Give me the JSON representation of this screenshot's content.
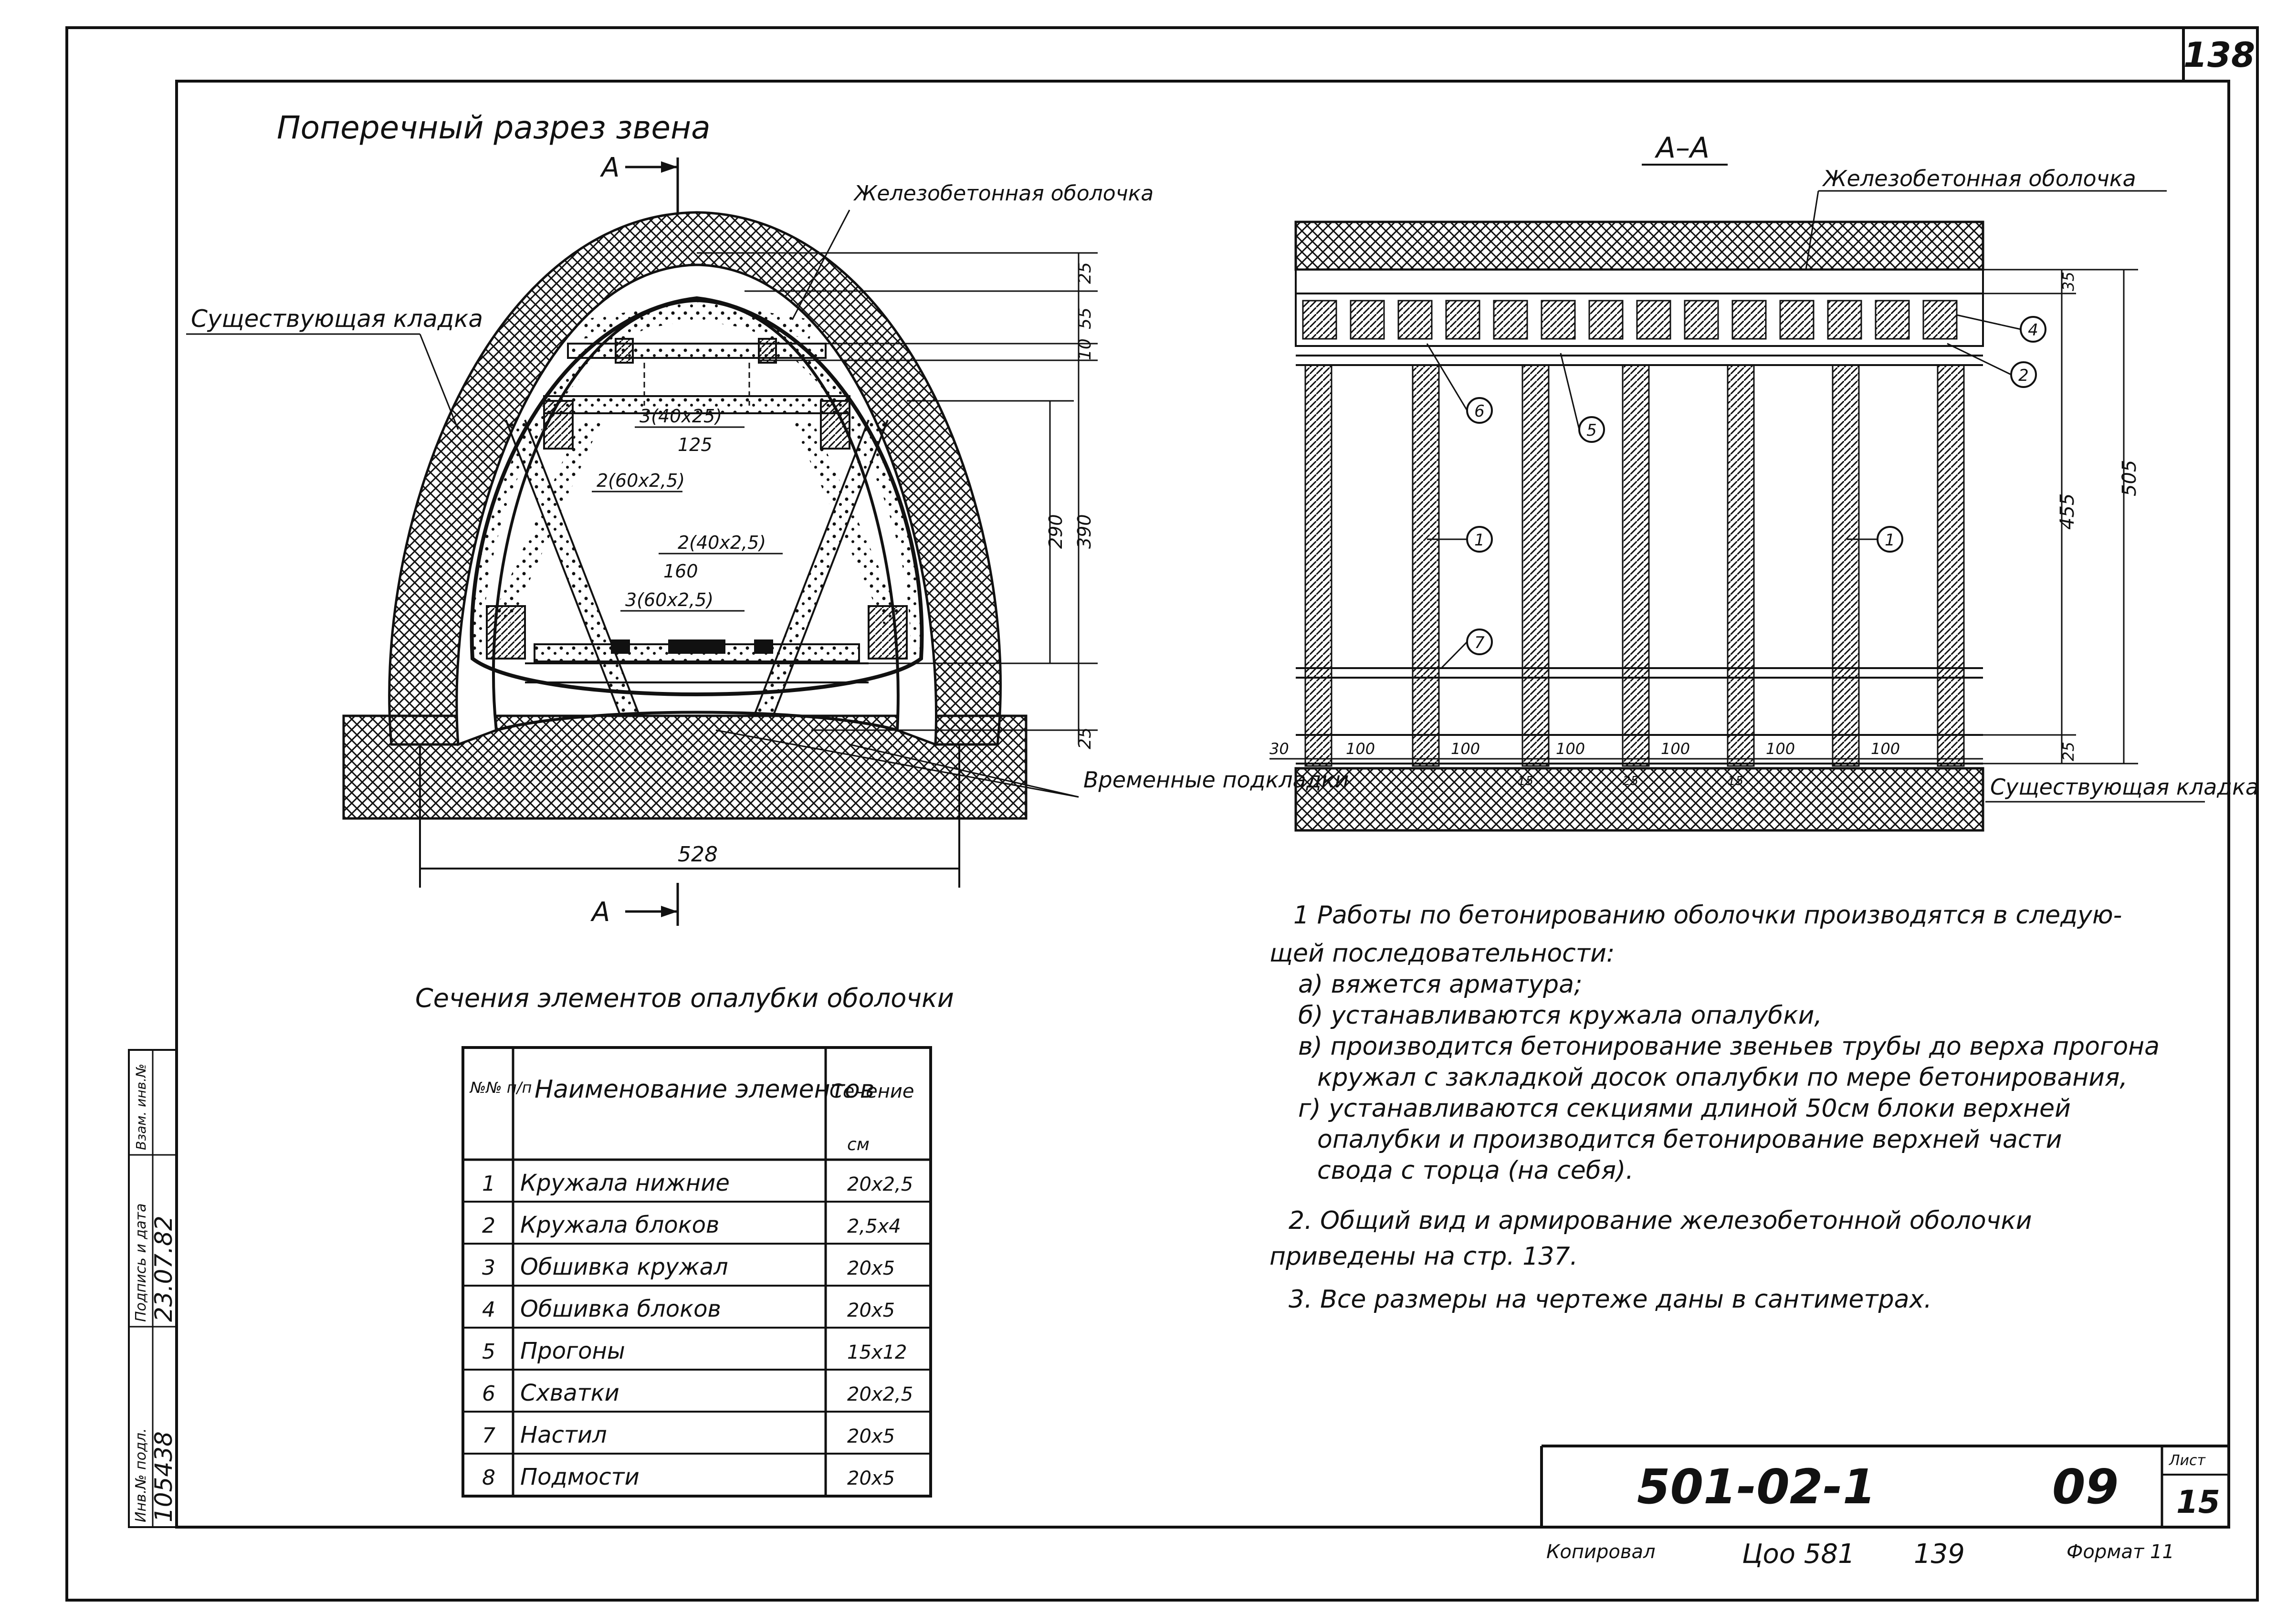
{
  "sheet": {
    "page_number": "138",
    "designation": "501-02-1",
    "issue": "09",
    "sheet_label": "Лист",
    "sheet_number": "15",
    "copied_label": "Копировал",
    "order_code": "Цоо 581",
    "copy_number": "139",
    "format_label": "Формат 11"
  },
  "stamp": {
    "col1": "Инв.№ подл.",
    "col1_value": "105438",
    "col2": "Подпись и дата",
    "col2_value": "23.07.82",
    "col3": "Взам. инв.№"
  },
  "cross_section": {
    "title": "Поперечный разрез звена",
    "section_mark": "А",
    "labels": {
      "reinforced_shell": "Железобетонная оболочка",
      "existing_masonry": "Существующая кладка",
      "temporary_pads": "Временные подкладки"
    },
    "member_labels": [
      "3(40x25)",
      "125",
      "2(60x2,5)",
      "2(40x2,5)",
      "160",
      "3(60x2,5)"
    ],
    "dims_right": [
      "25",
      "55",
      "10",
      "290",
      "390",
      "25"
    ],
    "width_dim": "528"
  },
  "section_aa": {
    "title": "А–А",
    "labels": {
      "reinforced_shell": "Железобетонная оболочка",
      "existing_masonry": "Существующая кладка"
    },
    "callouts": [
      "4",
      "2",
      "6",
      "5",
      "1",
      "1",
      "7"
    ],
    "dims_right": [
      "35",
      "455",
      "505",
      "25"
    ],
    "dims_bottom": [
      "30",
      "100",
      "100",
      "100",
      "100",
      "100",
      "100"
    ],
    "dims_small": [
      "15",
      "25",
      "15"
    ]
  },
  "table": {
    "title": "Сечения элементов опалубки оболочки",
    "headers": [
      "№№ п/п",
      "Наименование элементов",
      "Сечение",
      "см"
    ],
    "rows": [
      {
        "n": "1",
        "name": "Кружала нижние",
        "sec": "20x2,5"
      },
      {
        "n": "2",
        "name": "Кружала блоков",
        "sec": "2,5x4"
      },
      {
        "n": "3",
        "name": "Обшивка кружал",
        "sec": "20x5"
      },
      {
        "n": "4",
        "name": "Обшивка блоков",
        "sec": "20x5"
      },
      {
        "n": "5",
        "name": "Прогоны",
        "sec": "15x12"
      },
      {
        "n": "6",
        "name": "Схватки",
        "sec": "20x2,5"
      },
      {
        "n": "7",
        "name": "Настил",
        "sec": "20x5"
      },
      {
        "n": "8",
        "name": "Подмости",
        "sec": "20x5"
      }
    ]
  },
  "notes": {
    "lines": [
      "1 Работы по бетонированию оболочки производятся в следую-",
      "щей последовательности:",
      "а) вяжется арматура;",
      "б) устанавливаются кружала опалубки,",
      "в) производится бетонирование звеньев трубы до верха прогона",
      "кружал с закладкой досок опалубки по мере бетонирования,",
      "г) устанавливаются секциями длиной 50см блоки верхней",
      "опалубки и производится бетонирование верхней части",
      "свода с торца (на себя).",
      "2. Общий вид и армирование железобетонной оболочки",
      "приведены на стр. 137.",
      "3. Все размеры на чертеже даны в сантиметрах."
    ]
  }
}
